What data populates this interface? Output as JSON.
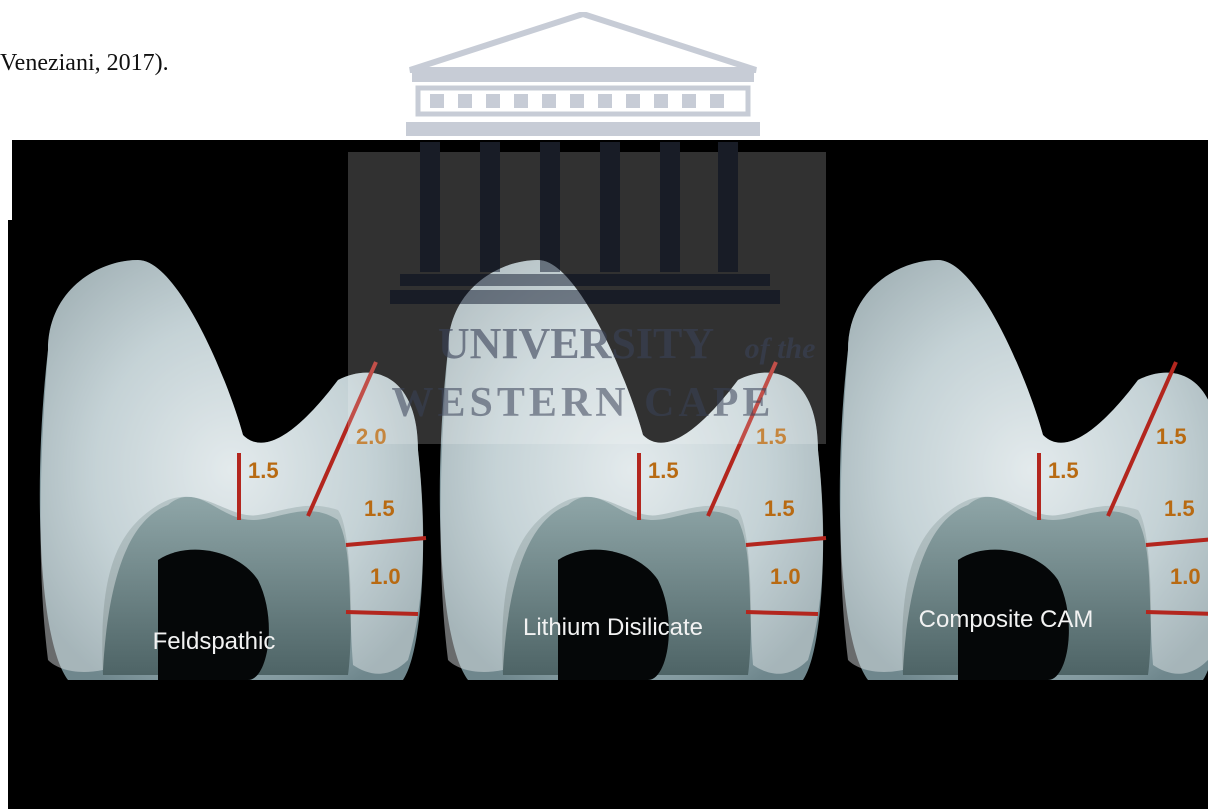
{
  "document": {
    "text_fragment": "Veneziani, 2017)."
  },
  "figure": {
    "materials": [
      {
        "name": "Feldspathic",
        "measurements": [
          "1.5",
          "2.0",
          "1.5",
          "1.0"
        ]
      },
      {
        "name": "Lithium Disilicate",
        "measurements": [
          "1.5",
          "1.5",
          "1.5",
          "1.0"
        ]
      },
      {
        "name": "Composite CAM",
        "measurements": [
          "1.5",
          "1.5",
          "1.5",
          "1.0"
        ]
      }
    ],
    "colors": {
      "background": "#000000",
      "measure_line": "#b3261e",
      "measure_text": "#b86a12",
      "overlay": "#e8eef0",
      "label_text": "#f2f2f2"
    }
  },
  "watermark": {
    "line1": "UNIVERSITY",
    "line1_suffix": "of the",
    "line2": "WESTERN CAPE"
  }
}
